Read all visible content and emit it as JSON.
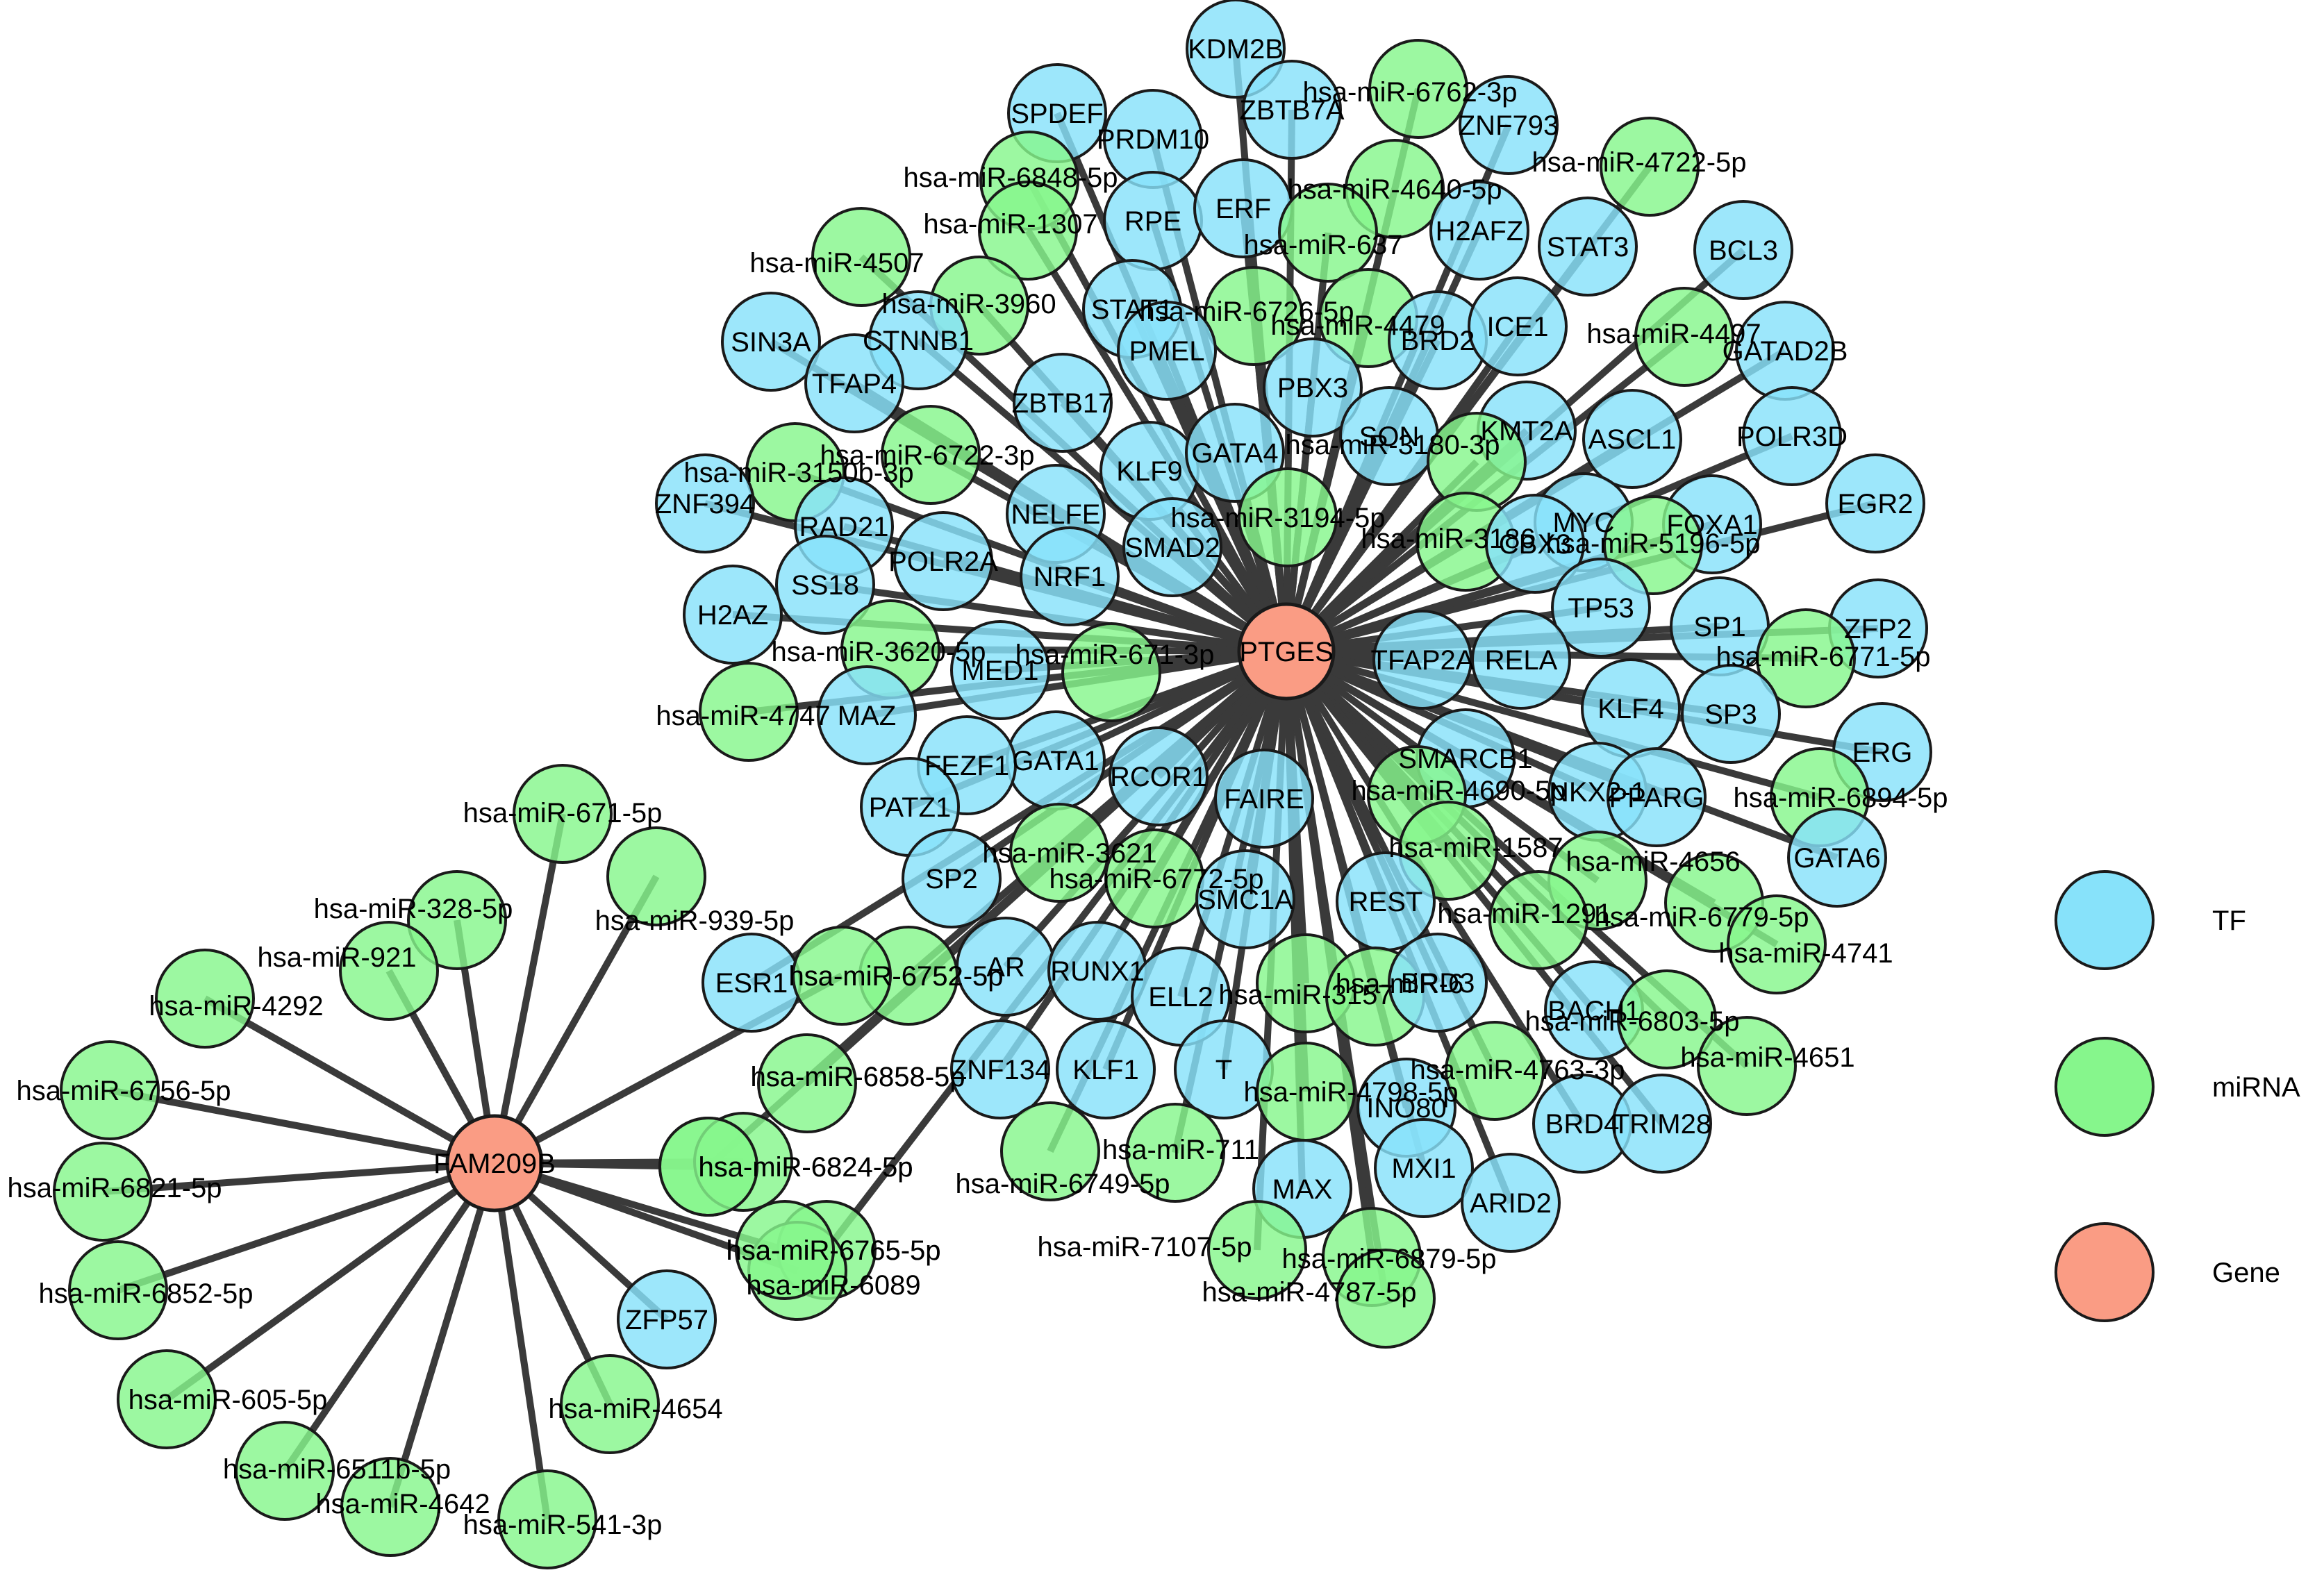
{
  "colors": {
    "TF": "#87E2FA",
    "miRNA": "#86F68C",
    "Gene": "#FA9C84",
    "edge": "#3A3A3A",
    "stroke": "#1A1A1A"
  },
  "legend": [
    {
      "type": "TF",
      "label": "TF"
    },
    {
      "type": "miRNA",
      "label": "miRNA"
    },
    {
      "type": "Gene",
      "label": "Gene"
    }
  ],
  "hubs": [
    {
      "id": "PTGES",
      "label": "PTGES",
      "type": "Gene"
    },
    {
      "id": "FAM209B",
      "label": "FAM209B",
      "type": "Gene"
    }
  ],
  "nodes": [
    {
      "hub": "PTGES",
      "label": "KDM2B",
      "type": "TF"
    },
    {
      "hub": "PTGES",
      "label": "SPDEF",
      "type": "TF"
    },
    {
      "hub": "PTGES",
      "label": "PRDM10",
      "type": "TF"
    },
    {
      "hub": "PTGES",
      "label": "ZBTB7A",
      "type": "TF"
    },
    {
      "hub": "PTGES",
      "label": "hsa-miR-6762-3p",
      "type": "miRNA"
    },
    {
      "hub": "PTGES",
      "label": "ZNF793",
      "type": "TF"
    },
    {
      "hub": "PTGES",
      "label": "hsa-miR-4722-5p",
      "type": "miRNA"
    },
    {
      "hub": "PTGES",
      "label": "hsa-miR-6848-5p",
      "type": "miRNA"
    },
    {
      "hub": "PTGES",
      "label": "hsa-miR-4640-5p",
      "type": "miRNA"
    },
    {
      "hub": "PTGES",
      "label": "hsa-miR-1307",
      "type": "miRNA"
    },
    {
      "hub": "PTGES",
      "label": "RPE",
      "type": "TF"
    },
    {
      "hub": "PTGES",
      "label": "ERF",
      "type": "TF"
    },
    {
      "hub": "PTGES",
      "label": "hsa-miR-637",
      "type": "miRNA"
    },
    {
      "hub": "PTGES",
      "label": "H2AFZ",
      "type": "TF"
    },
    {
      "hub": "PTGES",
      "label": "STAT3",
      "type": "TF"
    },
    {
      "hub": "PTGES",
      "label": "BCL3",
      "type": "TF"
    },
    {
      "hub": "PTGES",
      "label": "hsa-miR-4507",
      "type": "miRNA"
    },
    {
      "hub": "PTGES",
      "label": "hsa-miR-3960",
      "type": "miRNA"
    },
    {
      "hub": "PTGES",
      "label": "STAT1",
      "type": "TF"
    },
    {
      "hub": "PTGES",
      "label": "hsa-miR-6726-5p",
      "type": "miRNA"
    },
    {
      "hub": "PTGES",
      "label": "hsa-miR-4479",
      "type": "miRNA"
    },
    {
      "hub": "PTGES",
      "label": "BRD2",
      "type": "TF"
    },
    {
      "hub": "PTGES",
      "label": "ICE1",
      "type": "TF"
    },
    {
      "hub": "PTGES",
      "label": "hsa-miR-4497",
      "type": "miRNA"
    },
    {
      "hub": "PTGES",
      "label": "GATAD2B",
      "type": "TF"
    },
    {
      "hub": "PTGES",
      "label": "SIN3A",
      "type": "TF"
    },
    {
      "hub": "PTGES",
      "label": "CTNNB1",
      "type": "TF"
    },
    {
      "hub": "PTGES",
      "label": "TFAP4",
      "type": "TF"
    },
    {
      "hub": "PTGES",
      "label": "PMEL",
      "type": "TF"
    },
    {
      "hub": "PTGES",
      "label": "PBX3",
      "type": "TF"
    },
    {
      "hub": "PTGES",
      "label": "ZBTB17",
      "type": "TF"
    },
    {
      "hub": "PTGES",
      "label": "KMT2A",
      "type": "TF"
    },
    {
      "hub": "PTGES",
      "label": "POLR3D",
      "type": "TF"
    },
    {
      "hub": "PTGES",
      "label": "EGR2",
      "type": "TF"
    },
    {
      "hub": "PTGES",
      "label": "hsa-miR-3150b-3p",
      "type": "miRNA"
    },
    {
      "hub": "PTGES",
      "label": "hsa-miR-6722-3p",
      "type": "miRNA"
    },
    {
      "hub": "PTGES",
      "label": "KLF9",
      "type": "TF"
    },
    {
      "hub": "PTGES",
      "label": "GATA4",
      "type": "TF"
    },
    {
      "hub": "PTGES",
      "label": "SON",
      "type": "TF"
    },
    {
      "hub": "PTGES",
      "label": "hsa-miR-3180-3p",
      "type": "miRNA"
    },
    {
      "hub": "PTGES",
      "label": "ASCL1",
      "type": "TF"
    },
    {
      "hub": "PTGES",
      "label": "ZNF394",
      "type": "TF"
    },
    {
      "hub": "PTGES",
      "label": "RAD21",
      "type": "TF"
    },
    {
      "hub": "PTGES",
      "label": "NELFE",
      "type": "TF"
    },
    {
      "hub": "PTGES",
      "label": "hsa-miR-3194-5p",
      "type": "miRNA"
    },
    {
      "hub": "PTGES",
      "label": "MYC",
      "type": "TF"
    },
    {
      "hub": "PTGES",
      "label": "FOXA1",
      "type": "TF"
    },
    {
      "hub": "PTGES",
      "label": "SMAD2",
      "type": "TF"
    },
    {
      "hub": "PTGES",
      "label": "hsa-miR-3186",
      "type": "miRNA"
    },
    {
      "hub": "PTGES",
      "label": "CBX3",
      "type": "TF"
    },
    {
      "hub": "PTGES",
      "label": "hsa-miR-5196-5p",
      "type": "miRNA"
    },
    {
      "hub": "PTGES",
      "label": "H2AZ",
      "type": "TF"
    },
    {
      "hub": "PTGES",
      "label": "SS18",
      "type": "TF"
    },
    {
      "hub": "PTGES",
      "label": "POLR2A",
      "type": "TF"
    },
    {
      "hub": "PTGES",
      "label": "NRF1",
      "type": "TF"
    },
    {
      "hub": "PTGES",
      "label": "TP53",
      "type": "TF"
    },
    {
      "hub": "PTGES",
      "label": "SP1",
      "type": "TF"
    },
    {
      "hub": "PTGES",
      "label": "ZFP2",
      "type": "TF"
    },
    {
      "hub": "PTGES",
      "label": "hsa-miR-3620-5p",
      "type": "miRNA"
    },
    {
      "hub": "PTGES",
      "label": "MED1",
      "type": "TF"
    },
    {
      "hub": "PTGES",
      "label": "hsa-miR-671-3p",
      "type": "miRNA"
    },
    {
      "hub": "PTGES",
      "label": "TFAP2A",
      "type": "TF"
    },
    {
      "hub": "PTGES",
      "label": "RELA",
      "type": "TF"
    },
    {
      "hub": "PTGES",
      "label": "hsa-miR-6771-5p",
      "type": "miRNA"
    },
    {
      "hub": "PTGES",
      "label": "hsa-miR-4747",
      "type": "miRNA"
    },
    {
      "hub": "PTGES",
      "label": "MAZ",
      "type": "TF"
    },
    {
      "hub": "PTGES",
      "label": "KLF4",
      "type": "TF"
    },
    {
      "hub": "PTGES",
      "label": "SP3",
      "type": "TF"
    },
    {
      "hub": "PTGES",
      "label": "GATA1",
      "type": "TF"
    },
    {
      "hub": "PTGES",
      "label": "ERG",
      "type": "TF"
    },
    {
      "hub": "PTGES",
      "label": "FEZF1",
      "type": "TF"
    },
    {
      "hub": "PTGES",
      "label": "SMARCB1",
      "type": "TF"
    },
    {
      "hub": "PTGES",
      "label": "hsa-miR-4690-5p",
      "type": "miRNA"
    },
    {
      "hub": "PTGES",
      "label": "NKX2-1",
      "type": "TF"
    },
    {
      "hub": "PTGES",
      "label": "RCOR1",
      "type": "TF"
    },
    {
      "hub": "PTGES",
      "label": "FAIRE",
      "type": "TF"
    },
    {
      "hub": "PTGES",
      "label": "PPARG",
      "type": "TF"
    },
    {
      "hub": "PTGES",
      "label": "hsa-miR-6894-5p",
      "type": "miRNA"
    },
    {
      "hub": "PTGES",
      "label": "PATZ1",
      "type": "TF"
    },
    {
      "hub": "PTGES",
      "label": "hsa-miR-1587",
      "type": "miRNA"
    },
    {
      "hub": "PTGES",
      "label": "hsa-miR-4656",
      "type": "miRNA"
    },
    {
      "hub": "PTGES",
      "label": "GATA6",
      "type": "TF"
    },
    {
      "hub": "PTGES",
      "label": "hsa-miR-3621",
      "type": "miRNA"
    },
    {
      "hub": "PTGES",
      "label": "SP2",
      "type": "TF"
    },
    {
      "hub": "PTGES",
      "label": "hsa-miR-6772-5p",
      "type": "miRNA"
    },
    {
      "hub": "PTGES",
      "label": "SMC1A",
      "type": "TF"
    },
    {
      "hub": "PTGES",
      "label": "REST",
      "type": "TF"
    },
    {
      "hub": "PTGES",
      "label": "hsa-miR-1291",
      "type": "miRNA"
    },
    {
      "hub": "PTGES",
      "label": "hsa-miR-6779-5p",
      "type": "miRNA"
    },
    {
      "hub": "PTGES",
      "label": "hsa-miR-4741",
      "type": "miRNA"
    },
    {
      "hub": "PTGES",
      "label": "AR",
      "type": "TF"
    },
    {
      "hub": "PTGES",
      "label": "RUNX1",
      "type": "TF"
    },
    {
      "hub": "PTGES",
      "label": "hsa-miR-6752-5p",
      "type": "miRNA"
    },
    {
      "hub": "PTGES",
      "label": "ESR1",
      "type": "TF"
    },
    {
      "hub": "PTGES",
      "label": "ELL2",
      "type": "TF"
    },
    {
      "hub": "PTGES",
      "label": "hsa-miR-3157",
      "type": "miRNA"
    },
    {
      "hub": "PTGES",
      "label": "hsa-miR-6",
      "type": "miRNA"
    },
    {
      "hub": "PTGES",
      "label": "BRD3",
      "type": "TF"
    },
    {
      "hub": "PTGES",
      "label": "BACH1",
      "type": "TF"
    },
    {
      "hub": "PTGES",
      "label": "hsa-miR-6803-5p",
      "type": "miRNA"
    },
    {
      "hub": "PTGES",
      "label": "hsa-miR-4651",
      "type": "miRNA"
    },
    {
      "hub": "PTGES",
      "label": "hsa-miR-6858-5p",
      "type": "miRNA"
    },
    {
      "hub": "PTGES",
      "label": "ZNF134",
      "type": "TF"
    },
    {
      "hub": "PTGES",
      "label": "KLF1",
      "type": "TF"
    },
    {
      "hub": "PTGES",
      "label": "T",
      "type": "TF"
    },
    {
      "hub": "PTGES",
      "label": "hsa-miR-4798-5p",
      "type": "miRNA"
    },
    {
      "hub": "PTGES",
      "label": "INO80",
      "type": "TF"
    },
    {
      "hub": "PTGES",
      "label": "hsa-miR-4763-3p",
      "type": "miRNA"
    },
    {
      "hub": "PTGES",
      "label": "BRD4",
      "type": "TF"
    },
    {
      "hub": "PTGES",
      "label": "TRIM28",
      "type": "TF"
    },
    {
      "hub": "PTGES",
      "label": "hsa-miR-6824-5p",
      "type": "miRNA"
    },
    {
      "hub": "PTGES",
      "label": "hsa-miR-711",
      "type": "miRNA"
    },
    {
      "hub": "PTGES",
      "label": "hsa-miR-6749-5p",
      "type": "miRNA"
    },
    {
      "hub": "PTGES",
      "label": "MAX",
      "type": "TF"
    },
    {
      "hub": "PTGES",
      "label": "MXI1",
      "type": "TF"
    },
    {
      "hub": "PTGES",
      "label": "ARID2",
      "type": "TF"
    },
    {
      "hub": "PTGES",
      "label": "hsa-miR-6765-5p",
      "type": "miRNA"
    },
    {
      "hub": "PTGES",
      "label": "hsa-miR-7107-5p",
      "type": "miRNA"
    },
    {
      "hub": "PTGES",
      "label": "hsa-miR-6879-5p",
      "type": "miRNA"
    },
    {
      "hub": "PTGES",
      "label": "hsa-miR-4787-5p",
      "type": "miRNA"
    },
    {
      "hub": "FAM209B",
      "label": "hsa-miR-671-5p",
      "type": "miRNA"
    },
    {
      "hub": "FAM209B",
      "label": "hsa-miR-939-5p",
      "type": "miRNA"
    },
    {
      "hub": "FAM209B",
      "label": "hsa-miR-328-5p",
      "type": "miRNA"
    },
    {
      "hub": "FAM209B",
      "label": "hsa-miR-921",
      "type": "miRNA"
    },
    {
      "hub": "FAM209B",
      "label": "hsa-miR-4292",
      "type": "miRNA"
    },
    {
      "hub": "FAM209B",
      "label": "hsa-miR-6756-5p",
      "type": "miRNA"
    },
    {
      "hub": "FAM209B",
      "label": "hsa-miR-6821-5p",
      "type": "miRNA"
    },
    {
      "hub": "FAM209B",
      "label": "hsa-miR-6852-5p",
      "type": "miRNA"
    },
    {
      "hub": "FAM209B",
      "label": "hsa-miR-605-5p",
      "type": "miRNA"
    },
    {
      "hub": "FAM209B",
      "label": "hsa-miR-6511b-5p",
      "type": "miRNA"
    },
    {
      "hub": "FAM209B",
      "label": "hsa-miR-4642",
      "type": "miRNA"
    },
    {
      "hub": "FAM209B",
      "label": "hsa-miR-541-3p",
      "type": "miRNA"
    },
    {
      "hub": "FAM209B",
      "label": "hsa-miR-4654",
      "type": "miRNA"
    },
    {
      "hub": "FAM209B",
      "label": "ZFP57",
      "type": "TF"
    },
    {
      "hub": "FAM209B",
      "label": "hsa-miR-6089",
      "type": "miRNA"
    },
    {
      "hub": "FAM209B",
      "label": "hsa-miR-6765-5p",
      "type": "miRNA"
    },
    {
      "hub": "FAM209B",
      "label": "hsa-miR-6824-5p",
      "type": "miRNA"
    },
    {
      "hub": "FAM209B",
      "label": "hsa-miR-6858-5p",
      "type": "miRNA"
    },
    {
      "hub": "FAM209B",
      "label": "hsa-miR-6752-5p",
      "type": "miRNA"
    }
  ]
}
